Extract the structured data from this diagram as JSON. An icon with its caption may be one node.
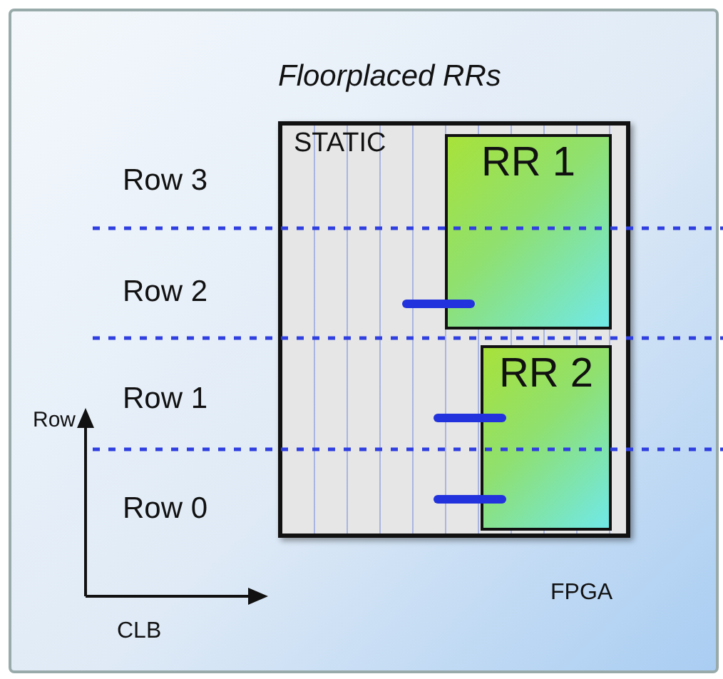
{
  "diagram": {
    "title": "Floorplaced RRs",
    "nodes": [
      {
        "text": [
          "STATIC"
        ],
        "beside": [
          "FPGA"
        ]
      },
      {
        "text": [
          "RR 1"
        ],
        "in": 0
      },
      {
        "text": [
          "RR 2"
        ],
        "in": 0
      }
    ],
    "labels": [
      "Row 3",
      "Row 2",
      "Row 1",
      "Row",
      "Row 0",
      "CLB"
    ]
  }
}
